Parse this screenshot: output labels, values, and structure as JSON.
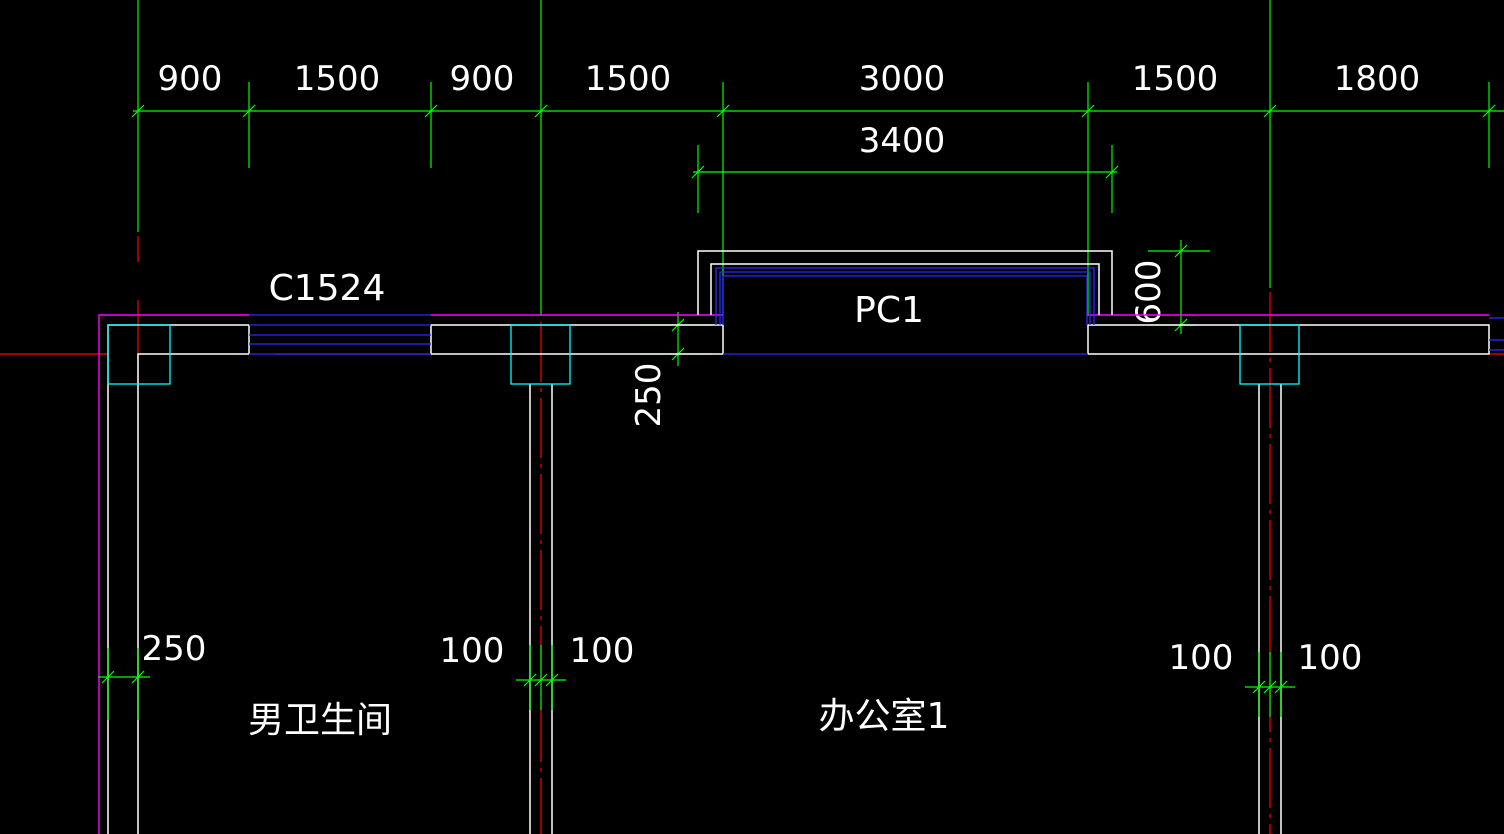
{
  "colors": {
    "background": "#000000",
    "dimension": "#00ff00",
    "wall": "#ffffff",
    "axis": "#ff0000",
    "column": "#00ffff",
    "outline": "#ff00ff",
    "window": "#0000ff"
  },
  "top_dimensions": [
    "900",
    "1500",
    "900",
    "1500",
    "3000",
    "1500",
    "1800"
  ],
  "bay_window_width": "3400",
  "bay_window_depth": "600",
  "wall_thickness_top": "250",
  "wall_thickness_left": "250",
  "partition_1": {
    "left": "100",
    "right": "100"
  },
  "partition_2": {
    "left": "100",
    "right": "100"
  },
  "window_tags": {
    "window": "C1524",
    "bay_window": "PC1"
  },
  "rooms": [
    "男卫生间",
    "办公室1"
  ]
}
